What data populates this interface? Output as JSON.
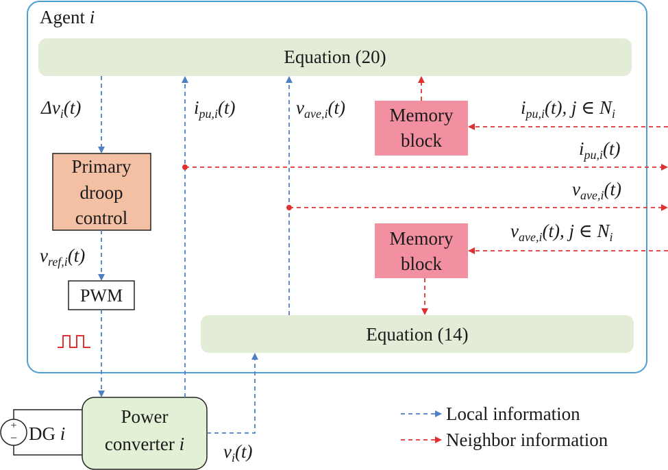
{
  "agent": {
    "label": "Agent ",
    "index": "i"
  },
  "eq20": {
    "label": "Equation (20)"
  },
  "eq14": {
    "label": "Equation (14)"
  },
  "primary": {
    "line1": "Primary",
    "line2": "droop",
    "line3": "control"
  },
  "pwm": {
    "label": "PWM"
  },
  "memory_top": {
    "line1": "Memory",
    "line2": "block"
  },
  "memory_bottom": {
    "line1": "Memory",
    "line2": "block"
  },
  "power_converter": {
    "line1": "Power",
    "line2": "converter ",
    "index": "i"
  },
  "dg": {
    "label": "DG ",
    "index": "i"
  },
  "signals": {
    "delta_v": {
      "prefix": "Δv",
      "sub": "i",
      "suffix": "(t)"
    },
    "i_pu_up": {
      "base": "i",
      "sub": "pu,i",
      "suffix": "(t)"
    },
    "v_ave_up": {
      "base": "v",
      "sub": "ave,i",
      "suffix": "(t)"
    },
    "v_ref": {
      "base": "v",
      "sub": "ref,i",
      "suffix": "(t)"
    },
    "v_i": {
      "base": "v",
      "sub": "i",
      "suffix": "(t)"
    },
    "neighbor_i_pu": {
      "base": "i",
      "sub": "pu,i",
      "suffix": "(t), j ∈ N",
      "tail_sub": "i"
    },
    "out_i_pu": {
      "base": "i",
      "sub": "pu,i",
      "suffix": "(t)"
    },
    "out_v_ave": {
      "base": "v",
      "sub": "ave,i",
      "suffix": "(t)"
    },
    "neighbor_v_ave": {
      "base": "v",
      "sub": "ave,i",
      "suffix": "(t), j ∈ N",
      "tail_sub": "i"
    }
  },
  "legend": {
    "local": "Local information",
    "neighbor": "Neighbor information"
  },
  "colors": {
    "agent_border": "#4a9fd4",
    "equation_fill": "#e2ecd6",
    "primary_fill": "#f4c0a4",
    "memory_fill": "#f28fa0",
    "converter_fill": "#e2f0d6",
    "local_arrow": "#4f7fc4",
    "neighbor_arrow": "#e03030",
    "pwm_wave": "#e03030"
  }
}
